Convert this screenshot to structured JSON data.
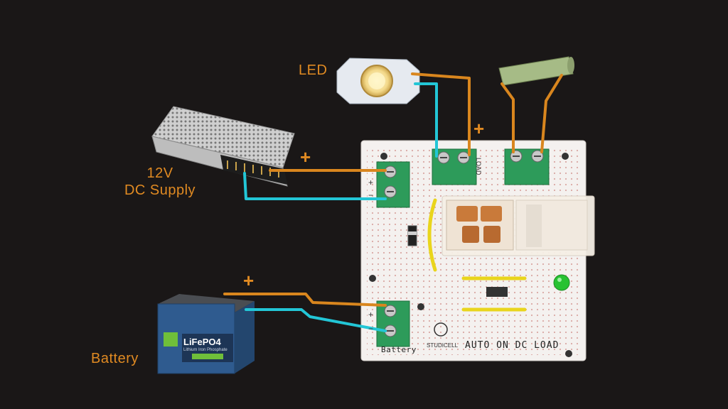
{
  "labels": {
    "led": "LED",
    "supply_line1": "12V",
    "supply_line2": "DC Supply",
    "battery": "Battery",
    "plus_supply": "+",
    "plus_battery": "+",
    "plus_led": "+"
  },
  "board": {
    "title": "AUTO ON DC LOAD",
    "battery_terminal": "Battery",
    "load_terminal": "LOAD",
    "brand": "STUDICELL",
    "plus_mark": "+",
    "minus_mark": "−"
  },
  "battery_unit": {
    "chem": "LiFePO4",
    "sub": "Lithium Iron Phosphate"
  },
  "colors": {
    "positive_wire": "#d9861e",
    "negative_wire": "#23c6d6",
    "label": "#e08a22",
    "terminal_block": "#2d9b5a",
    "background": "#1a1717"
  }
}
